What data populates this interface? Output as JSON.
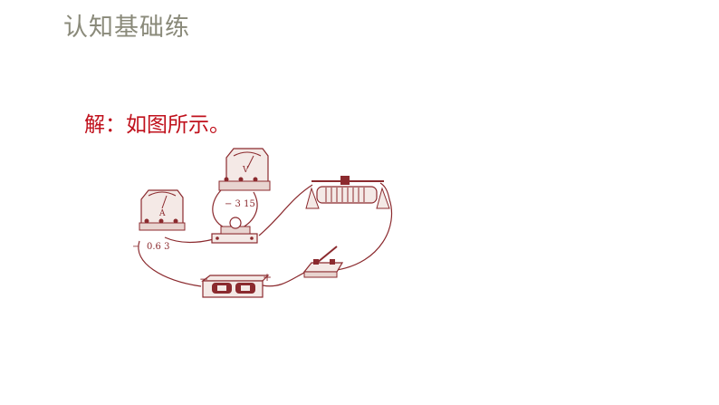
{
  "header": {
    "title": "认知基础练"
  },
  "answer": {
    "text": "解：如图所示。"
  },
  "diagram": {
    "ammeter": {
      "symbol": "A",
      "terminals": "0.6  3",
      "minus": "−"
    },
    "voltmeter": {
      "symbol": "V",
      "terminals": "−  3  15"
    },
    "battery": {
      "minus": "−",
      "plus": "+"
    },
    "line_color": "#8b2a2e",
    "fill_color": "#f4e9e6"
  }
}
